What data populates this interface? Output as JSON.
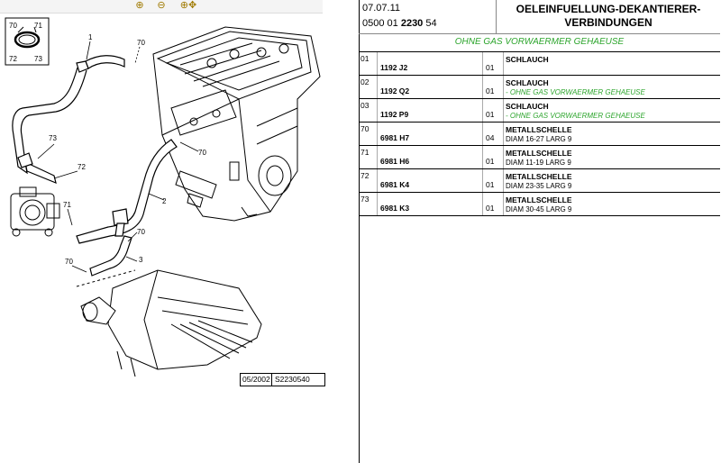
{
  "toolbar": {
    "zoom_in_icon": "zoom-in-icon",
    "zoom_out_icon": "zoom-out-icon",
    "zoom_pan_icon": "zoom-pan-icon"
  },
  "header": {
    "date": "07.07.11",
    "code_prefix": "0500 01",
    "code_bold": "2230",
    "code_suffix": "54",
    "title_line1": "OELEINFUELLUNG-DEKANTIERER-",
    "title_line2": "VERBINDUNGEN"
  },
  "condition": "OHNE GAS VORWAERMER GEHAEUSE",
  "parts": [
    {
      "pos": "01",
      "ref": "1192 J2",
      "qty": "01",
      "name": "SCHLAUCH",
      "detail": "",
      "detail_green": false
    },
    {
      "pos": "02",
      "ref": "1192 Q2",
      "qty": "01",
      "name": "SCHLAUCH",
      "detail": "- OHNE GAS VORWAERMER GEHAEUSE",
      "detail_green": true
    },
    {
      "pos": "03",
      "ref": "1192 P9",
      "qty": "01",
      "name": "SCHLAUCH",
      "detail": "- OHNE GAS VORWAERMER GEHAEUSE",
      "detail_green": true
    },
    {
      "pos": "70",
      "ref": "6981 H7",
      "qty": "04",
      "name": "METALLSCHELLE",
      "detail": "DIAM 16-27 LARG 9",
      "detail_green": false
    },
    {
      "pos": "71",
      "ref": "6981 H6",
      "qty": "01",
      "name": "METALLSCHELLE",
      "detail": "DIAM 11-19 LARG 9",
      "detail_green": false
    },
    {
      "pos": "72",
      "ref": "6981 K4",
      "qty": "01",
      "name": "METALLSCHELLE",
      "detail": "DIAM 23-35 LARG 9",
      "detail_green": false
    },
    {
      "pos": "73",
      "ref": "6981 K3",
      "qty": "01",
      "name": "METALLSCHELLE",
      "detail": "DIAM 30-45 LARG 9",
      "detail_green": false
    }
  ],
  "diagram": {
    "callouts": {
      "inset_70": "70",
      "inset_71": "71",
      "inset_72": "72",
      "inset_73": "73",
      "c1": "1",
      "c70a": "70",
      "c73": "73",
      "c72": "72",
      "c70b": "70",
      "c2": "2",
      "c71": "71",
      "c70c": "70",
      "c3": "3",
      "c70d": "70"
    },
    "footer_date": "05/2002",
    "footer_code": "S2230540"
  }
}
